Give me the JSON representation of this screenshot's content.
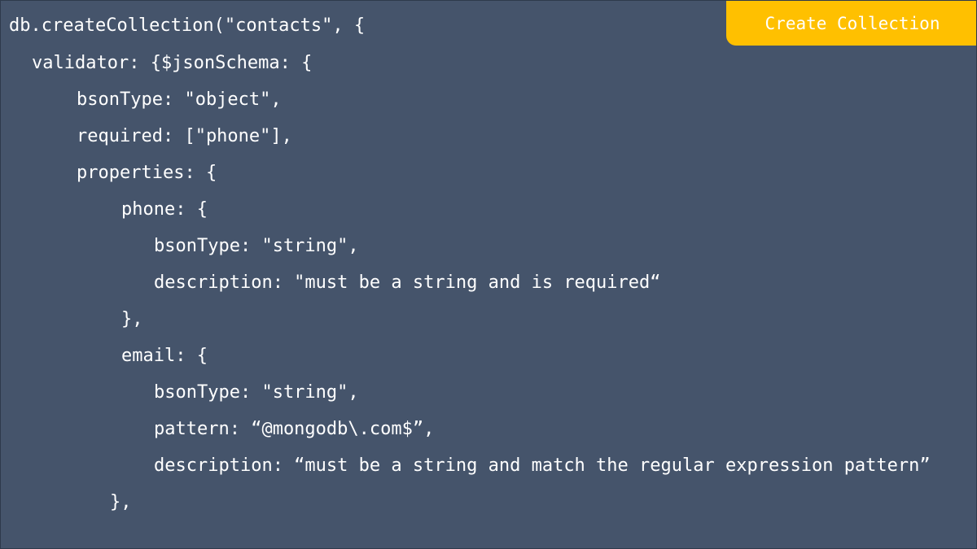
{
  "badge": {
    "label": "Create Collection",
    "color": "#ffc000"
  },
  "theme": {
    "background": "#45546b",
    "text_color": "#ffffff"
  },
  "code": {
    "lines": [
      "db.createCollection(\"contacts\", {",
      "validator: {$jsonSchema: {",
      "bsonType: \"object\",",
      "required: [\"phone\"],",
      "properties: {",
      "phone: {",
      "bsonType: \"string\",",
      "description: \"must be a string and is required“",
      "},",
      "email: {",
      "bsonType: \"string\",",
      "pattern: “@mongodb\\.com$”,",
      "description: “must be a string and match the regular expression pattern”",
      "},"
    ]
  }
}
